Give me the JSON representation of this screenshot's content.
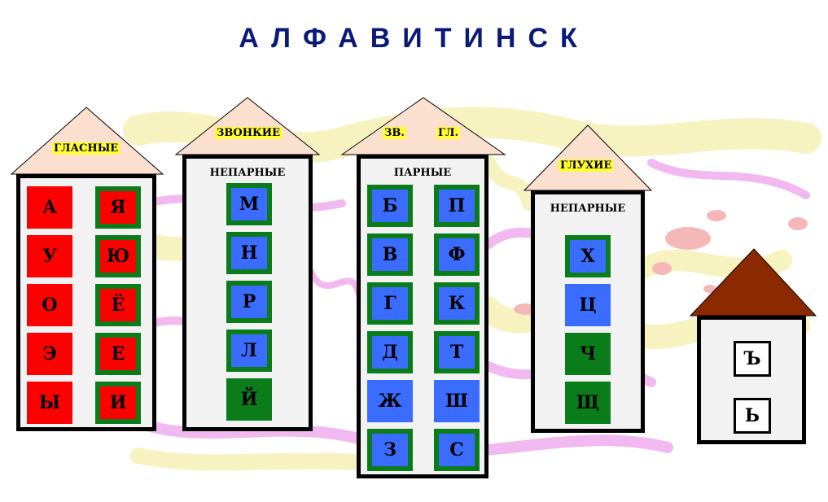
{
  "title": "АЛФАВИТИНСК",
  "colors": {
    "title": "#0b1a78",
    "roof": "#fbe0d0",
    "brown_roof": "#8b2a00",
    "red": "#ff0000",
    "blue": "#3a6dff",
    "green": "#0a7d1a",
    "label_bg": "#ffff33"
  },
  "vowels": {
    "roof_label": "ГЛАСНЫЕ",
    "left": [
      "А",
      "У",
      "О",
      "Э",
      "Ы"
    ],
    "right": [
      "Я",
      "Ю",
      "Ё",
      "Е",
      "И"
    ]
  },
  "voiced": {
    "roof_label": "ЗВОНКИЕ",
    "sub_label": "НЕПАРНЫЕ",
    "letters": [
      "М",
      "Н",
      "Р",
      "Л",
      "Й"
    ]
  },
  "paired": {
    "roof_label_left": "ЗВ.",
    "roof_label_right": "ГЛ.",
    "sub_label": "ПАРНЫЕ",
    "left": [
      "Б",
      "В",
      "Г",
      "Д",
      "Ж",
      "З"
    ],
    "right": [
      "П",
      "Ф",
      "К",
      "Т",
      "Ш",
      "С"
    ]
  },
  "voiceless": {
    "roof_label": "ГЛУХИЕ",
    "sub_label": "НЕПАРНЫЕ",
    "letters": [
      "Х",
      "Ц",
      "Ч",
      "Щ"
    ]
  },
  "signs": {
    "letters": [
      "Ъ",
      "Ь"
    ]
  }
}
